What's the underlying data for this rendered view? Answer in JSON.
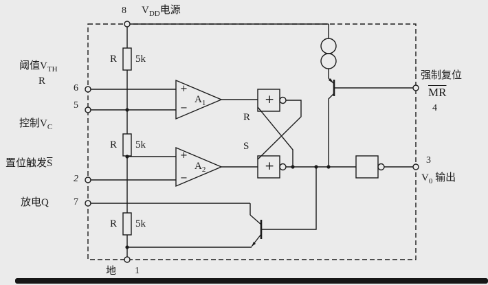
{
  "meta": {
    "background": "#ebebeb",
    "ink": "#1b1b1b"
  },
  "power": {
    "pin": "8",
    "base": "V",
    "sub": "DD",
    "rest": "电源"
  },
  "ground": {
    "pin": "1",
    "label": "地"
  },
  "left_pins": {
    "threshold": {
      "base": "阈值V",
      "sub": "TH",
      "line2": "R",
      "pin": "6"
    },
    "control": {
      "base": "控制V",
      "sub": "C",
      "pin": "5"
    },
    "trigger": {
      "prefix": "置位触发",
      "overline": "S",
      "pin": "2"
    },
    "discharge": {
      "label": "放电Q",
      "pin": "7"
    }
  },
  "right_pins": {
    "reset": {
      "title": "强制复位",
      "overline": "MR",
      "pin": "4"
    },
    "output": {
      "pin": "3",
      "base": "V",
      "sub": "0",
      "rest": " 输出"
    }
  },
  "resistors": {
    "r1": {
      "name": "R",
      "value": "5k"
    },
    "r2": {
      "name": "R",
      "value": "5k"
    },
    "r3": {
      "name": "R",
      "value": "5k"
    }
  },
  "comparators": {
    "a1": {
      "base": "A",
      "sub": "1",
      "plus": "+",
      "minus": "−"
    },
    "a2": {
      "base": "A",
      "sub": "2",
      "plus": "+",
      "minus": "−"
    }
  },
  "flipflop": {
    "r_label": "R",
    "s_label": "S",
    "top_gate_symbol": "+",
    "bottom_gate_symbol": "+"
  }
}
